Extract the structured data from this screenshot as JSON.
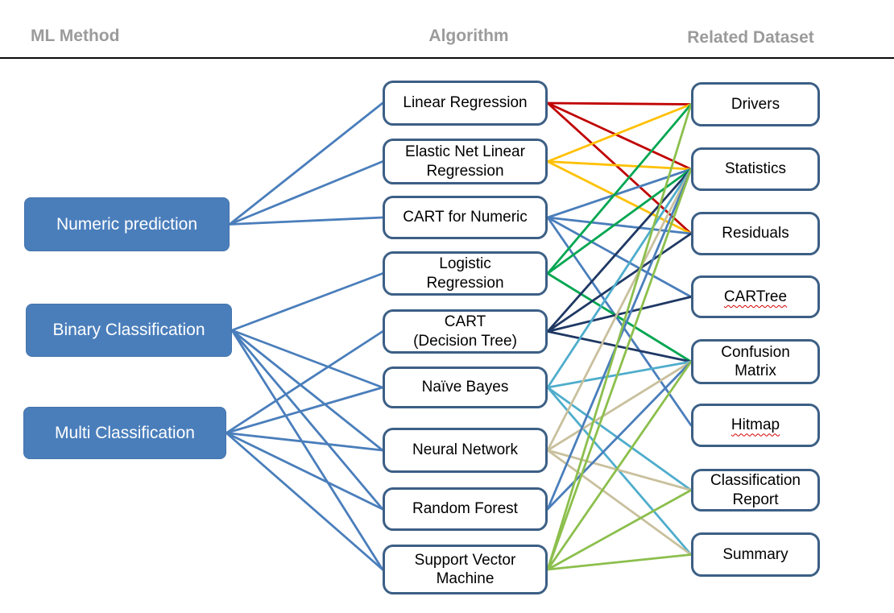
{
  "header": {
    "col1": "ML Method",
    "col2": "Algorithm",
    "col3": "Related Dataset"
  },
  "colors": {
    "method_line": "#4a7ebb",
    "lr": "#c00000",
    "enlr": "#ffc000",
    "cartn": "#4a7ebb",
    "logreg": "#00a651",
    "cartdt": "#1f3864",
    "nb": "#4fadcc",
    "nn": "#c9c09e",
    "rf": "#4a7ebb",
    "svm": "#8cbf4d",
    "method_box_fill": "#4a7ebb",
    "box_border": "#3c5f85",
    "header_text": "#9b9b9b"
  },
  "nodes": {
    "methods": [
      {
        "id": "numeric",
        "label": "Numeric prediction"
      },
      {
        "id": "binary",
        "label": "Binary Classification"
      },
      {
        "id": "multi",
        "label": "Multi Classification"
      }
    ],
    "algorithms": [
      {
        "id": "lr",
        "label": "Linear Regression"
      },
      {
        "id": "enlr",
        "label": "Elastic Net Linear\nRegression"
      },
      {
        "id": "cartn",
        "label": "CART for Numeric"
      },
      {
        "id": "logreg",
        "label": "Logistic\nRegression"
      },
      {
        "id": "cartdt",
        "label": "CART\n(Decision Tree)"
      },
      {
        "id": "nb",
        "label": "Naïve Bayes"
      },
      {
        "id": "nn",
        "label": "Neural Network"
      },
      {
        "id": "rf",
        "label": "Random Forest"
      },
      {
        "id": "svm",
        "label": "Support Vector\nMachine"
      }
    ],
    "datasets": [
      {
        "id": "drivers",
        "label": "Drivers"
      },
      {
        "id": "statistics",
        "label": "Statistics"
      },
      {
        "id": "residuals",
        "label": "Residuals"
      },
      {
        "id": "cartree",
        "label": "CARTree",
        "misspelled": true
      },
      {
        "id": "confusion",
        "label": "Confusion\nMatrix"
      },
      {
        "id": "hitmap",
        "label": "Hitmap",
        "misspelled": true
      },
      {
        "id": "classreport",
        "label": "Classification\nReport"
      },
      {
        "id": "summary",
        "label": "Summary"
      }
    ]
  },
  "edges": {
    "method_to_algorithm": [
      [
        "numeric",
        "lr"
      ],
      [
        "numeric",
        "enlr"
      ],
      [
        "numeric",
        "cartn"
      ],
      [
        "binary",
        "logreg"
      ],
      [
        "binary",
        "nb"
      ],
      [
        "binary",
        "nn"
      ],
      [
        "binary",
        "rf"
      ],
      [
        "binary",
        "svm"
      ],
      [
        "multi",
        "cartdt"
      ],
      [
        "multi",
        "nb"
      ],
      [
        "multi",
        "nn"
      ],
      [
        "multi",
        "rf"
      ],
      [
        "multi",
        "svm"
      ]
    ],
    "algorithm_to_dataset": [
      [
        "lr",
        "drivers"
      ],
      [
        "lr",
        "statistics"
      ],
      [
        "lr",
        "residuals"
      ],
      [
        "enlr",
        "drivers"
      ],
      [
        "enlr",
        "statistics"
      ],
      [
        "enlr",
        "residuals"
      ],
      [
        "cartn",
        "statistics"
      ],
      [
        "cartn",
        "residuals"
      ],
      [
        "cartn",
        "cartree"
      ],
      [
        "cartn",
        "hitmap"
      ],
      [
        "logreg",
        "drivers"
      ],
      [
        "logreg",
        "statistics"
      ],
      [
        "logreg",
        "confusion"
      ],
      [
        "cartdt",
        "statistics"
      ],
      [
        "cartdt",
        "residuals"
      ],
      [
        "cartdt",
        "cartree"
      ],
      [
        "cartdt",
        "confusion"
      ],
      [
        "nb",
        "statistics"
      ],
      [
        "nb",
        "confusion"
      ],
      [
        "nb",
        "classreport"
      ],
      [
        "nb",
        "summary"
      ],
      [
        "nn",
        "statistics"
      ],
      [
        "nn",
        "confusion"
      ],
      [
        "nn",
        "classreport"
      ],
      [
        "nn",
        "summary"
      ],
      [
        "rf",
        "statistics"
      ],
      [
        "rf",
        "confusion"
      ],
      [
        "svm",
        "drivers"
      ],
      [
        "svm",
        "statistics"
      ],
      [
        "svm",
        "confusion"
      ],
      [
        "svm",
        "classreport"
      ],
      [
        "svm",
        "summary"
      ]
    ]
  }
}
